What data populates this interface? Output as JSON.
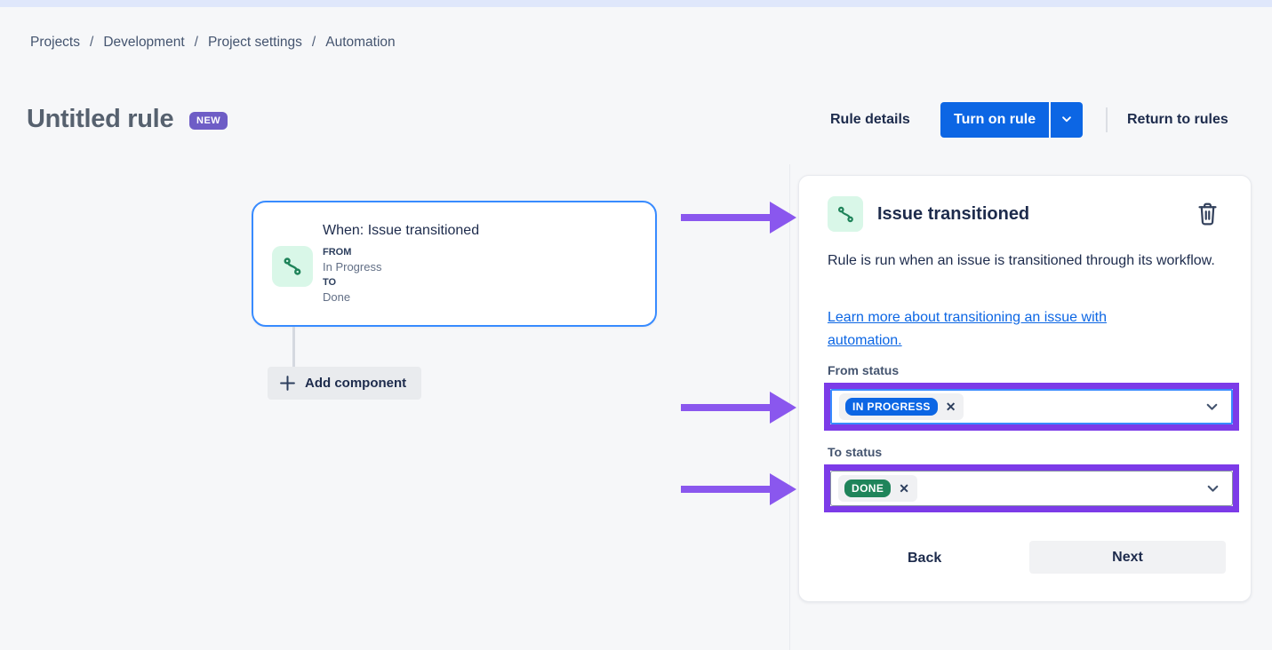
{
  "colors": {
    "accent_blue": "#0C66E4",
    "card_border_blue": "#388BFF",
    "annotation_purple": "#7C3BE8",
    "arrow_purple": "#8A57EE",
    "badge_purple": "#6E5DC6",
    "in_progress_blue": "#0C66E4",
    "done_green": "#1F845A",
    "trigger_icon_bg": "#D9F7E8",
    "trigger_icon_green": "#1F845A"
  },
  "breadcrumb": {
    "separator": "/",
    "items": [
      "Projects",
      "Development",
      "Project settings",
      "Automation"
    ]
  },
  "header": {
    "title": "Untitled rule",
    "badge": "NEW",
    "rule_details": "Rule details",
    "turn_on_rule": "Turn on rule",
    "return_to_rules": "Return to rules"
  },
  "canvas": {
    "trigger": {
      "title": "When: Issue transitioned",
      "from_label": "FROM",
      "from_value": "In Progress",
      "to_label": "TO",
      "to_value": "Done"
    },
    "add_component": "Add component"
  },
  "panel": {
    "title": "Issue transitioned",
    "description": "Rule is run when an issue is transitioned through its workflow.",
    "link": "Learn more about transitioning an issue with automation.",
    "from": {
      "label": "From status",
      "tag": "IN PROGRESS",
      "remove": "✕"
    },
    "to": {
      "label": "To status",
      "tag": "DONE",
      "remove": "✕"
    },
    "back": "Back",
    "next": "Next"
  }
}
